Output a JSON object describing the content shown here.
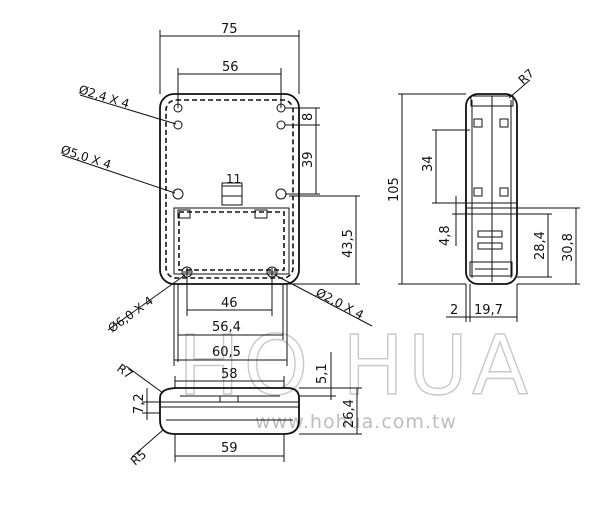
{
  "watermark": {
    "brand": "HO HUA",
    "url": "www.hohua.com.tw"
  },
  "front_view": {
    "dims": {
      "width_75": "75",
      "width_56": "56",
      "dim_8": "8",
      "dim_39": "39",
      "dim_11": "11",
      "dim_43_5": "43,5",
      "dim_46": "46",
      "dim_56_4": "56,4",
      "dim_60_5": "60,5"
    },
    "notes": {
      "hole_2_4": "Ø2,4 X 4",
      "hole_5_0": "Ø5,0 X 4",
      "hole_6_0": "Ø6,0 X 4",
      "hole_2_0": "Ø2,0 X 4"
    }
  },
  "side_view": {
    "dims": {
      "radius": "R7",
      "height_105": "105",
      "dim_34": "34",
      "dim_4_8": "4,8",
      "dim_28_4": "28,4",
      "dim_30_8": "30,8",
      "dim_2": "2",
      "dim_19_7": "19,7"
    }
  },
  "bottom_view": {
    "dims": {
      "width_58": "58",
      "width_59": "59",
      "dim_5_1": "5,1",
      "dim_26_4": "26,4",
      "dim_7_2": "7,2",
      "radius_r7": "R7",
      "radius_r5": "R5"
    }
  }
}
